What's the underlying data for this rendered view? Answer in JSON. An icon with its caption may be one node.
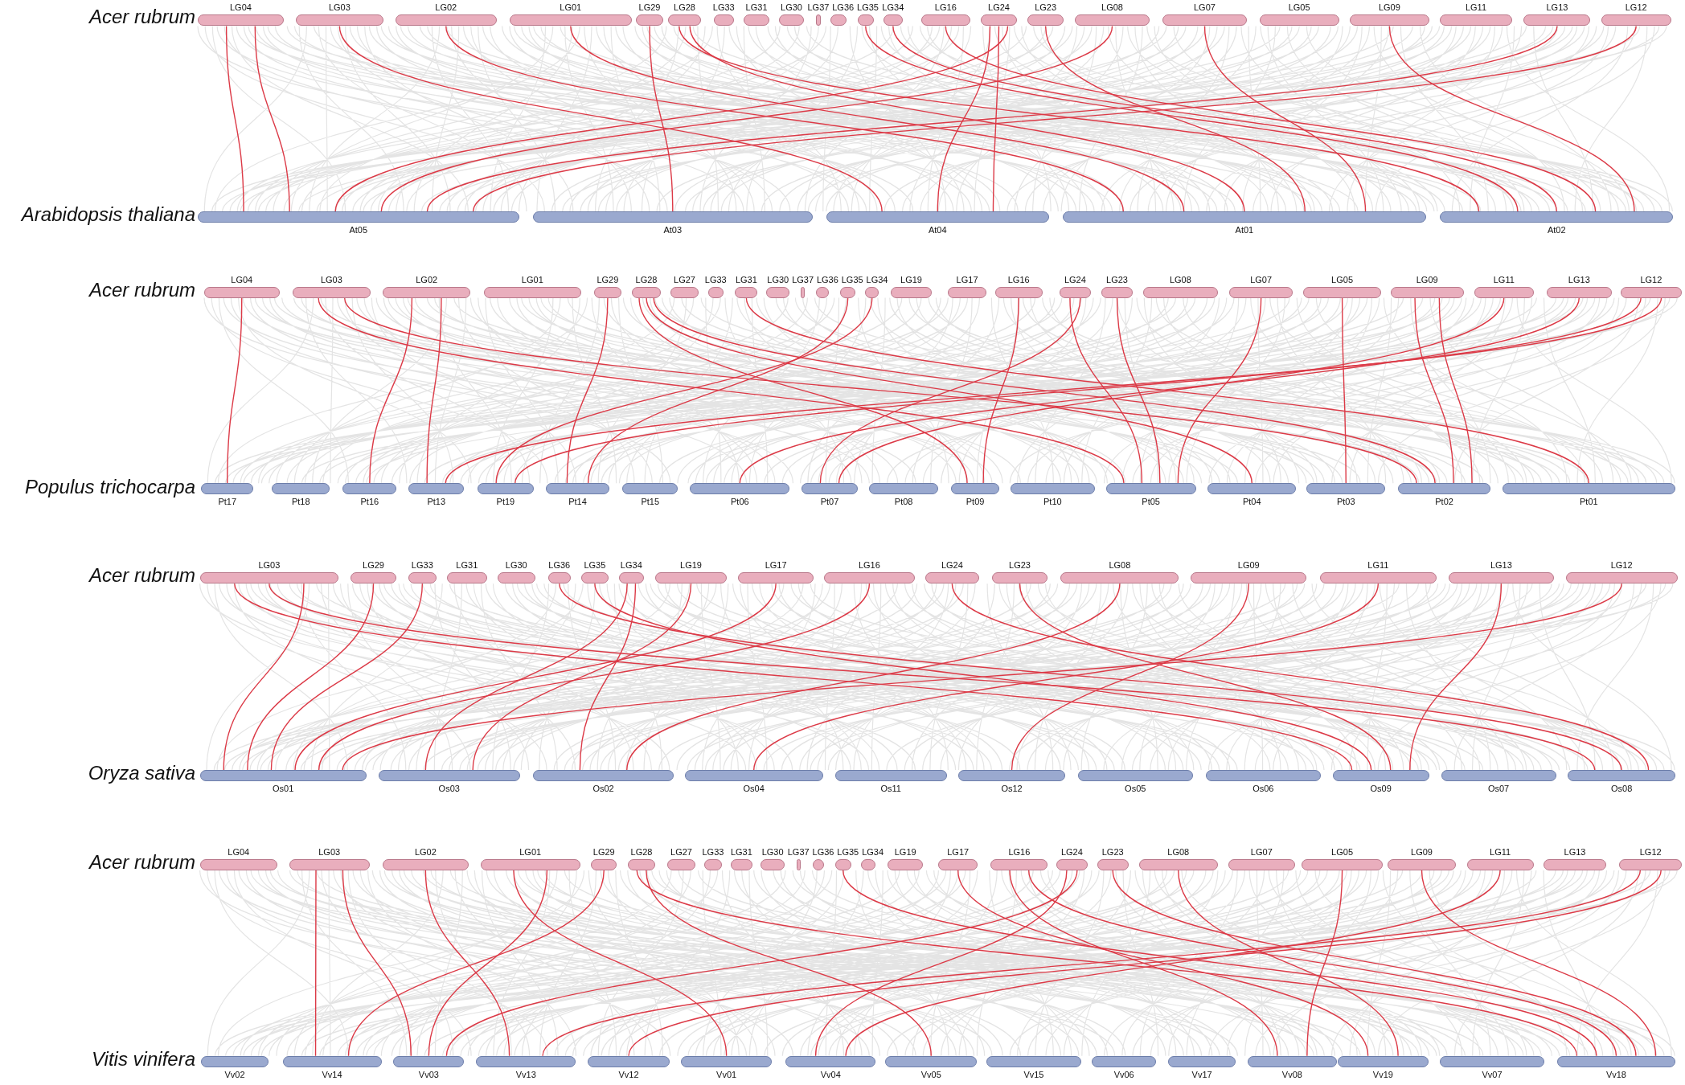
{
  "diagram": {
    "nodes": [
      {
        "text": [
          "LG04"
        ]
      },
      {
        "text": [
          "LG03"
        ]
      },
      {
        "text": [
          "LG02"
        ]
      },
      {
        "text": [
          "LG01"
        ]
      },
      {
        "text": [
          "LG29"
        ]
      },
      {
        "text": [
          "LG28"
        ]
      },
      {
        "text": [
          "LG33"
        ]
      },
      {
        "text": [
          "LG31"
        ]
      },
      {
        "text": [
          "LG30"
        ]
      },
      {
        "text": [
          "LG37"
        ]
      },
      {
        "text": [
          "LG36"
        ]
      },
      {
        "text": [
          "LG35"
        ]
      },
      {
        "text": [
          "LG34"
        ]
      },
      {
        "text": [
          "LG16"
        ]
      },
      {
        "text": [
          "LG24"
        ]
      },
      {
        "text": [
          "LG23"
        ]
      },
      {
        "text": [
          "LG08"
        ]
      },
      {
        "text": [
          "LG07"
        ]
      },
      {
        "text": [
          "LG05"
        ]
      },
      {
        "text": [
          "LG09"
        ]
      },
      {
        "text": [
          "LG11"
        ]
      },
      {
        "text": [
          "LG13"
        ]
      },
      {
        "text": [
          "LG12"
        ]
      },
      {
        "text": [
          "At05"
        ]
      },
      {
        "text": [
          "At03"
        ]
      },
      {
        "text": [
          "At04"
        ]
      },
      {
        "text": [
          "At01"
        ]
      },
      {
        "text": [
          "At02"
        ]
      },
      {
        "text": [
          "LG04"
        ]
      },
      {
        "text": [
          "LG03"
        ]
      },
      {
        "text": [
          "LG02"
        ]
      },
      {
        "text": [
          "LG01"
        ]
      },
      {
        "text": [
          "LG29"
        ]
      },
      {
        "text": [
          "LG28"
        ]
      },
      {
        "text": [
          "LG27"
        ]
      },
      {
        "text": [
          "LG33"
        ]
      },
      {
        "text": [
          "LG31"
        ]
      },
      {
        "text": [
          "LG30"
        ]
      },
      {
        "text": [
          "LG37"
        ]
      },
      {
        "text": [
          "LG36"
        ]
      },
      {
        "text": [
          "LG35"
        ]
      },
      {
        "text": [
          "LG34"
        ]
      },
      {
        "text": [
          "LG19"
        ]
      },
      {
        "text": [
          "LG17"
        ]
      },
      {
        "text": [
          "LG16"
        ]
      },
      {
        "text": [
          "LG24"
        ]
      },
      {
        "text": [
          "LG23"
        ]
      },
      {
        "text": [
          "LG08"
        ]
      },
      {
        "text": [
          "LG07"
        ]
      },
      {
        "text": [
          "LG05"
        ]
      },
      {
        "text": [
          "LG09"
        ]
      },
      {
        "text": [
          "LG11"
        ]
      },
      {
        "text": [
          "LG13"
        ]
      },
      {
        "text": [
          "LG12"
        ]
      },
      {
        "text": [
          "Pt17"
        ]
      },
      {
        "text": [
          "Pt18"
        ]
      },
      {
        "text": [
          "Pt16"
        ]
      },
      {
        "text": [
          "Pt13"
        ]
      },
      {
        "text": [
          "Pt19"
        ]
      },
      {
        "text": [
          "Pt14"
        ]
      },
      {
        "text": [
          "Pt15"
        ]
      },
      {
        "text": [
          "Pt06"
        ]
      },
      {
        "text": [
          "Pt07"
        ]
      },
      {
        "text": [
          "Pt08"
        ]
      },
      {
        "text": [
          "Pt09"
        ]
      },
      {
        "text": [
          "Pt10"
        ]
      },
      {
        "text": [
          "Pt05"
        ]
      },
      {
        "text": [
          "Pt04"
        ]
      },
      {
        "text": [
          "Pt03"
        ]
      },
      {
        "text": [
          "Pt02"
        ]
      },
      {
        "text": [
          "Pt01"
        ]
      },
      {
        "text": [
          "LG03"
        ]
      },
      {
        "text": [
          "LG29"
        ]
      },
      {
        "text": [
          "LG33"
        ]
      },
      {
        "text": [
          "LG31"
        ]
      },
      {
        "text": [
          "LG30"
        ]
      },
      {
        "text": [
          "LG36"
        ]
      },
      {
        "text": [
          "LG35"
        ]
      },
      {
        "text": [
          "LG34"
        ]
      },
      {
        "text": [
          "LG19"
        ]
      },
      {
        "text": [
          "LG17"
        ]
      },
      {
        "text": [
          "LG16"
        ]
      },
      {
        "text": [
          "LG24"
        ]
      },
      {
        "text": [
          "LG23"
        ]
      },
      {
        "text": [
          "LG08"
        ]
      },
      {
        "text": [
          "LG09"
        ]
      },
      {
        "text": [
          "LG11"
        ]
      },
      {
        "text": [
          "LG13"
        ]
      },
      {
        "text": [
          "LG12"
        ]
      },
      {
        "text": [
          "Os01"
        ]
      },
      {
        "text": [
          "Os03"
        ]
      },
      {
        "text": [
          "Os02"
        ]
      },
      {
        "text": [
          "Os04"
        ]
      },
      {
        "text": [
          "Os11"
        ]
      },
      {
        "text": [
          "Os12"
        ]
      },
      {
        "text": [
          "Os05"
        ]
      },
      {
        "text": [
          "Os06"
        ]
      },
      {
        "text": [
          "Os09"
        ]
      },
      {
        "text": [
          "Os07"
        ]
      },
      {
        "text": [
          "Os08"
        ]
      },
      {
        "text": [
          "LG04"
        ]
      },
      {
        "text": [
          "LG03"
        ]
      },
      {
        "text": [
          "LG02"
        ]
      },
      {
        "text": [
          "LG01"
        ]
      },
      {
        "text": [
          "LG29"
        ]
      },
      {
        "text": [
          "LG28"
        ]
      },
      {
        "text": [
          "LG27"
        ]
      },
      {
        "text": [
          "LG33"
        ]
      },
      {
        "text": [
          "LG31"
        ]
      },
      {
        "text": [
          "LG30"
        ]
      },
      {
        "text": [
          "LG37"
        ]
      },
      {
        "text": [
          "LG36"
        ]
      },
      {
        "text": [
          "LG35"
        ]
      },
      {
        "text": [
          "LG34"
        ]
      },
      {
        "text": [
          "LG19"
        ]
      },
      {
        "text": [
          "LG17"
        ]
      },
      {
        "text": [
          "LG16"
        ]
      },
      {
        "text": [
          "LG24"
        ]
      },
      {
        "text": [
          "LG23"
        ]
      },
      {
        "text": [
          "LG08"
        ]
      },
      {
        "text": [
          "LG07"
        ]
      },
      {
        "text": [
          "LG05"
        ]
      },
      {
        "text": [
          "LG09"
        ]
      },
      {
        "text": [
          "LG11"
        ]
      },
      {
        "text": [
          "LG13"
        ]
      },
      {
        "text": [
          "LG12"
        ]
      },
      {
        "text": [
          "Vv02"
        ]
      },
      {
        "text": [
          "Vv14"
        ]
      },
      {
        "text": [
          "Vv03"
        ]
      },
      {
        "text": [
          "Vv13"
        ]
      },
      {
        "text": [
          "Vv12"
        ]
      },
      {
        "text": [
          "Vv01"
        ]
      },
      {
        "text": [
          "Vv04"
        ]
      },
      {
        "text": [
          "Vv05"
        ]
      },
      {
        "text": [
          "Vv15"
        ]
      },
      {
        "text": [
          "Vv06"
        ]
      },
      {
        "text": [
          "Vv17"
        ]
      },
      {
        "text": [
          "Vv08"
        ]
      },
      {
        "text": [
          "Vv19"
        ]
      },
      {
        "text": [
          "Vv07"
        ]
      },
      {
        "text": [
          "Vv18"
        ]
      }
    ],
    "edges": [
      {
        "from": 0,
        "to": 23,
        "arrow": "none"
      },
      {
        "from": 0,
        "to": 23,
        "arrow": "none"
      },
      {
        "from": 1,
        "to": 25,
        "arrow": "none"
      },
      {
        "from": 2,
        "to": 26,
        "arrow": "none"
      },
      {
        "from": 3,
        "to": 26,
        "arrow": "none"
      },
      {
        "from": 4,
        "to": 24,
        "arrow": "none"
      },
      {
        "from": 5,
        "to": 27,
        "arrow": "none"
      },
      {
        "from": 5,
        "to": 26,
        "arrow": "none"
      },
      {
        "from": 11,
        "to": 27,
        "arrow": "none"
      },
      {
        "from": 12,
        "to": 27,
        "arrow": "none"
      },
      {
        "from": 13,
        "to": 27,
        "arrow": "none"
      },
      {
        "from": 14,
        "to": 25,
        "arrow": "none"
      },
      {
        "from": 14,
        "to": 25,
        "arrow": "none"
      },
      {
        "from": 14,
        "to": 23,
        "arrow": "none"
      },
      {
        "from": 15,
        "to": 26,
        "arrow": "none"
      },
      {
        "from": 16,
        "to": 23,
        "arrow": "none"
      },
      {
        "from": 17,
        "to": 26,
        "arrow": "none"
      },
      {
        "from": 19,
        "to": 27,
        "arrow": "none"
      },
      {
        "from": 21,
        "to": 23,
        "arrow": "none"
      },
      {
        "from": 22,
        "to": 23,
        "arrow": "none"
      },
      {
        "from": 28,
        "to": 54,
        "arrow": "none"
      },
      {
        "from": 29,
        "to": 66,
        "arrow": "none"
      },
      {
        "from": 29,
        "to": 69,
        "arrow": "none"
      },
      {
        "from": 30,
        "to": 56,
        "arrow": "none"
      },
      {
        "from": 30,
        "to": 57,
        "arrow": "none"
      },
      {
        "from": 32,
        "to": 59,
        "arrow": "none"
      },
      {
        "from": 33,
        "to": 64,
        "arrow": "none"
      },
      {
        "from": 33,
        "to": 67,
        "arrow": "none"
      },
      {
        "from": 33,
        "to": 69,
        "arrow": "none"
      },
      {
        "from": 36,
        "to": 70,
        "arrow": "none"
      },
      {
        "from": 40,
        "to": 59,
        "arrow": "none"
      },
      {
        "from": 41,
        "to": 58,
        "arrow": "none"
      },
      {
        "from": 44,
        "to": 64,
        "arrow": "none"
      },
      {
        "from": 45,
        "to": 66,
        "arrow": "none"
      },
      {
        "from": 45,
        "to": 62,
        "arrow": "none"
      },
      {
        "from": 46,
        "to": 66,
        "arrow": "none"
      },
      {
        "from": 48,
        "to": 66,
        "arrow": "none"
      },
      {
        "from": 49,
        "to": 68,
        "arrow": "none"
      },
      {
        "from": 50,
        "to": 69,
        "arrow": "none"
      },
      {
        "from": 50,
        "to": 69,
        "arrow": "none"
      },
      {
        "from": 51,
        "to": 62,
        "arrow": "none"
      },
      {
        "from": 52,
        "to": 61,
        "arrow": "none"
      },
      {
        "from": 53,
        "to": 58,
        "arrow": "none"
      },
      {
        "from": 53,
        "to": 57,
        "arrow": "none"
      },
      {
        "from": 71,
        "to": 97,
        "arrow": "none"
      },
      {
        "from": 71,
        "to": 99,
        "arrow": "none"
      },
      {
        "from": 71,
        "to": 89,
        "arrow": "none"
      },
      {
        "from": 72,
        "to": 89,
        "arrow": "none"
      },
      {
        "from": 73,
        "to": 89,
        "arrow": "none"
      },
      {
        "from": 76,
        "to": 99,
        "arrow": "none"
      },
      {
        "from": 77,
        "to": 97,
        "arrow": "none"
      },
      {
        "from": 78,
        "to": 90,
        "arrow": "none"
      },
      {
        "from": 78,
        "to": 91,
        "arrow": "none"
      },
      {
        "from": 79,
        "to": 90,
        "arrow": "none"
      },
      {
        "from": 80,
        "to": 89,
        "arrow": "none"
      },
      {
        "from": 81,
        "to": 89,
        "arrow": "none"
      },
      {
        "from": 82,
        "to": 99,
        "arrow": "none"
      },
      {
        "from": 83,
        "to": 97,
        "arrow": "none"
      },
      {
        "from": 84,
        "to": 91,
        "arrow": "none"
      },
      {
        "from": 85,
        "to": 94,
        "arrow": "none"
      },
      {
        "from": 86,
        "to": 92,
        "arrow": "none"
      },
      {
        "from": 87,
        "to": 97,
        "arrow": "none"
      },
      {
        "from": 88,
        "to": 89,
        "arrow": "none"
      },
      {
        "from": 101,
        "to": 127,
        "arrow": "none"
      },
      {
        "from": 101,
        "to": 128,
        "arrow": "none"
      },
      {
        "from": 102,
        "to": 129,
        "arrow": "none"
      },
      {
        "from": 103,
        "to": 131,
        "arrow": "none"
      },
      {
        "from": 103,
        "to": 128,
        "arrow": "none"
      },
      {
        "from": 104,
        "to": 127,
        "arrow": "none"
      },
      {
        "from": 105,
        "to": 140,
        "arrow": "none"
      },
      {
        "from": 105,
        "to": 133,
        "arrow": "none"
      },
      {
        "from": 112,
        "to": 140,
        "arrow": "none"
      },
      {
        "from": 115,
        "to": 138,
        "arrow": "none"
      },
      {
        "from": 116,
        "to": 137,
        "arrow": "none"
      },
      {
        "from": 116,
        "to": 140,
        "arrow": "none"
      },
      {
        "from": 117,
        "to": 132,
        "arrow": "none"
      },
      {
        "from": 117,
        "to": 128,
        "arrow": "none"
      },
      {
        "from": 118,
        "to": 140,
        "arrow": "none"
      },
      {
        "from": 119,
        "to": 138,
        "arrow": "none"
      },
      {
        "from": 121,
        "to": 137,
        "arrow": "none"
      },
      {
        "from": 122,
        "to": 140,
        "arrow": "none"
      },
      {
        "from": 123,
        "to": 132,
        "arrow": "none"
      },
      {
        "from": 125,
        "to": 129,
        "arrow": "none"
      },
      {
        "from": 125,
        "to": 130,
        "arrow": "none"
      }
    ],
    "labels": [
      "Acer rubrum",
      "Arabidopsis thaliana",
      "Acer rubrum",
      "Populus trichocarpa",
      "Acer rubrum",
      "Oryza sativa",
      "Acer rubrum",
      "Vitis vinifera"
    ]
  }
}
